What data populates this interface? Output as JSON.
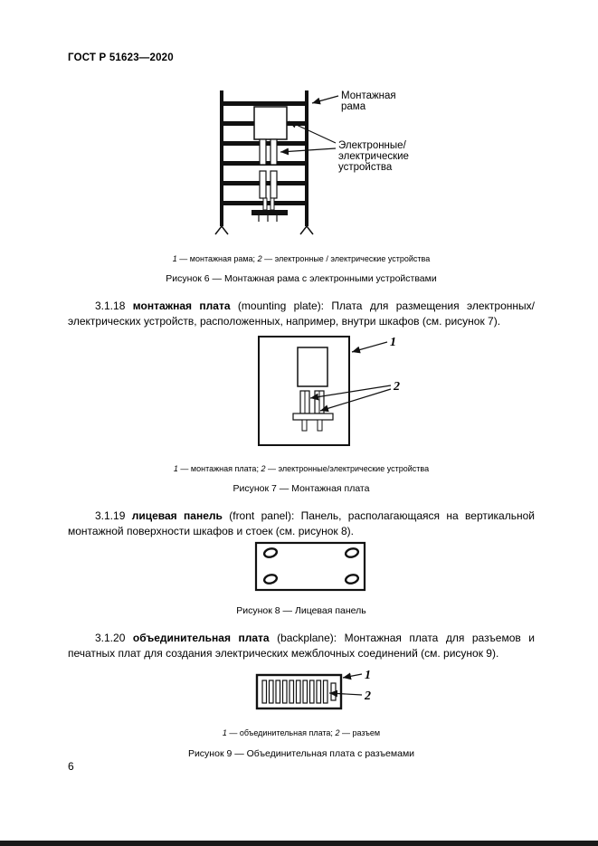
{
  "header": {
    "doc_number": "ГОСТ Р 51623—2020"
  },
  "figures": {
    "fig6": {
      "label_frame": [
        "Монтажная",
        "рама"
      ],
      "label_devices": [
        "Электронные/",
        "электрические",
        "устройства"
      ],
      "caption": {
        "n1": "1",
        "t1": " — монтажная рама; ",
        "n2": "2",
        "t2": " — электронные / электрические устройства"
      },
      "title": "Рисунок 6 — Монтажная рама с электронными устройствами"
    },
    "fig7": {
      "callout1": "1",
      "callout2": "2",
      "caption": {
        "n1": "1",
        "t1": " — монтажная плата; ",
        "n2": "2",
        "t2": " — электронные/электрические устройства"
      },
      "title": "Рисунок 7 — Монтажная плата"
    },
    "fig8": {
      "title": "Рисунок 8 — Лицевая панель"
    },
    "fig9": {
      "callout1": "1",
      "callout2": "2",
      "caption": {
        "n1": "1",
        "t1": " — объединительная плата; ",
        "n2": "2",
        "t2": " — разъем"
      },
      "title": "Рисунок 9 — Объединительная плата с разъемами"
    }
  },
  "terms": {
    "t18": {
      "number": "3.1.18",
      "term": "монтажная плата",
      "definition": "(mounting plate): Плата для размещения электронных/электрических устройств, расположенных, например, внутри шкафов (см. рисунок 7)."
    },
    "t19": {
      "number": "3.1.19",
      "term": "лицевая панель",
      "definition": "(front panel): Панель, располагающаяся на вертикальной монтажной поверхности шкафов и стоек (см. рисунок 8)."
    },
    "t20": {
      "number": "3.1.20",
      "term": "объединительная плата",
      "definition": "(backplane): Монтажная плата для разъемов и печатных плат для создания электрических межблочных соединений (см. рисунок 9)."
    }
  },
  "footer": {
    "page_number": "6"
  }
}
